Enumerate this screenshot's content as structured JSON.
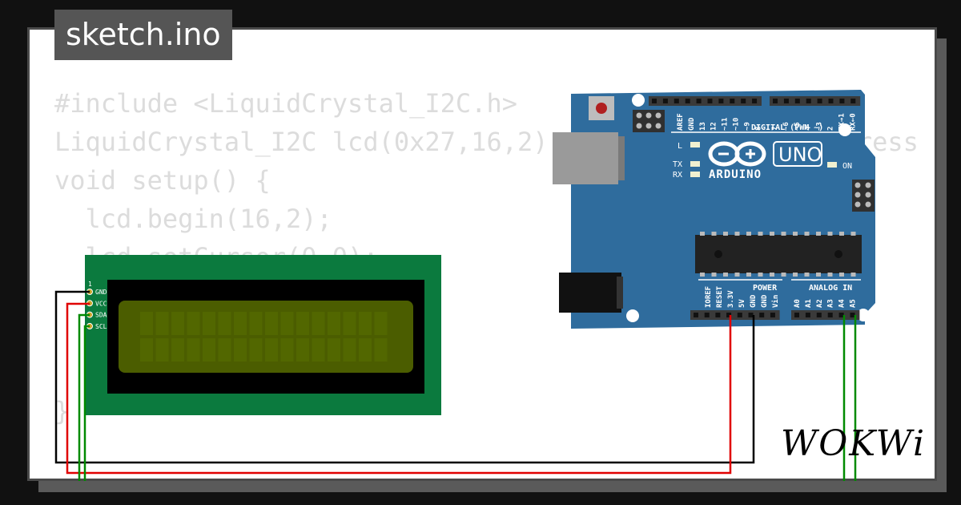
{
  "title_tab": {
    "label": "sketch.ino"
  },
  "code_lines": [
    "#include <LiquidCrystal_I2C.h>",
    "LiquidCrystal_I2C lcd(0x27,16,2); // set the LCD address",
    "void setup() {",
    "  lcd.begin(16,2);",
    "  lcd.setCursor(0,0);",
    "",
    "",
    "",
    "}"
  ],
  "lcd": {
    "pin_number": "1",
    "pins": [
      "GND",
      "VCC",
      "SDA",
      "SCL"
    ],
    "colors": {
      "pcb": "#0b7a3e",
      "screen": "#4b5d00",
      "bezel": "#000000"
    }
  },
  "arduino": {
    "logo_text": "ARDUINO",
    "model": "UNO",
    "digital_label": "DIGITAL (PWM ~)",
    "digital_pins": [
      "AREF",
      "GND",
      "13",
      "12",
      "~11",
      "~10",
      "~9",
      "8",
      "7",
      "~6",
      "~5",
      "4",
      "~3",
      "2",
      "TX→1",
      "RX←0"
    ],
    "led_labels": [
      "L",
      "TX",
      "RX"
    ],
    "on_label": "ON",
    "power_label": "POWER",
    "power_pins": [
      "IOREF",
      "RESET",
      "3.3V",
      "5V",
      "GND",
      "GND",
      "Vin"
    ],
    "analog_label": "ANALOG IN",
    "analog_pins": [
      "A0",
      "A1",
      "A2",
      "A3",
      "A4",
      "A5"
    ],
    "colors": {
      "board": "#2f6c9d",
      "chip": "#222222"
    }
  },
  "wires": {
    "gnd": "#000000",
    "vcc": "#e00000",
    "sda": "#008a00",
    "scl": "#008a00"
  },
  "brand": {
    "label": "WOKWi"
  }
}
